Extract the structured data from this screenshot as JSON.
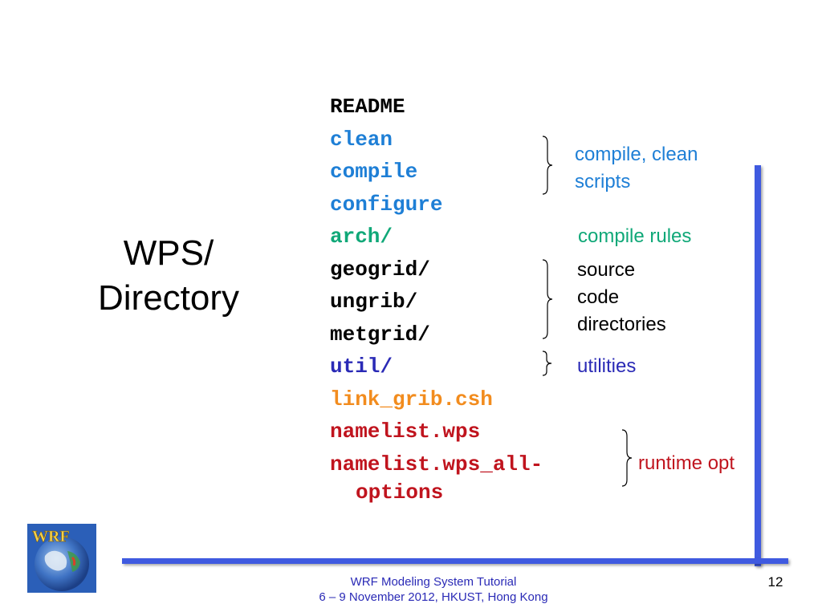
{
  "slide": {
    "title_line1": "WPS/",
    "title_line2": "Directory",
    "page_number": "12"
  },
  "files": [
    {
      "name": "README",
      "color": "#000000"
    },
    {
      "name": "clean",
      "color": "#1e7fd6"
    },
    {
      "name": "compile",
      "color": "#1e7fd6"
    },
    {
      "name": "configure",
      "color": "#1e7fd6"
    },
    {
      "name": "arch/",
      "color": "#10a878"
    },
    {
      "name": "geogrid/",
      "color": "#000000"
    },
    {
      "name": "ungrib/",
      "color": "#000000"
    },
    {
      "name": "metgrid/",
      "color": "#000000"
    },
    {
      "name": "util/",
      "color": "#2a2ab6"
    },
    {
      "name": "link_grib.csh",
      "color": "#f28c1e"
    },
    {
      "name": "namelist.wps",
      "color": "#c0141e"
    },
    {
      "name": "namelist.wps_all-",
      "color": "#c0141e"
    },
    {
      "name": "options",
      "color": "#c0141e"
    }
  ],
  "notes": {
    "compile_clean_line1": "compile, clean",
    "compile_clean_line2": "scripts",
    "compile_rules": "compile rules",
    "source_line1": "source",
    "source_line2": "code",
    "source_line3": "directories",
    "utilities": "utilities",
    "runtime": "runtime opt"
  },
  "footer": {
    "line1": "WRF Modeling System Tutorial",
    "line2": "6 – 9 November 2012, HKUST, Hong Kong"
  },
  "logo": {
    "text": "WRF",
    "icon": "wrf-globe-logo"
  }
}
